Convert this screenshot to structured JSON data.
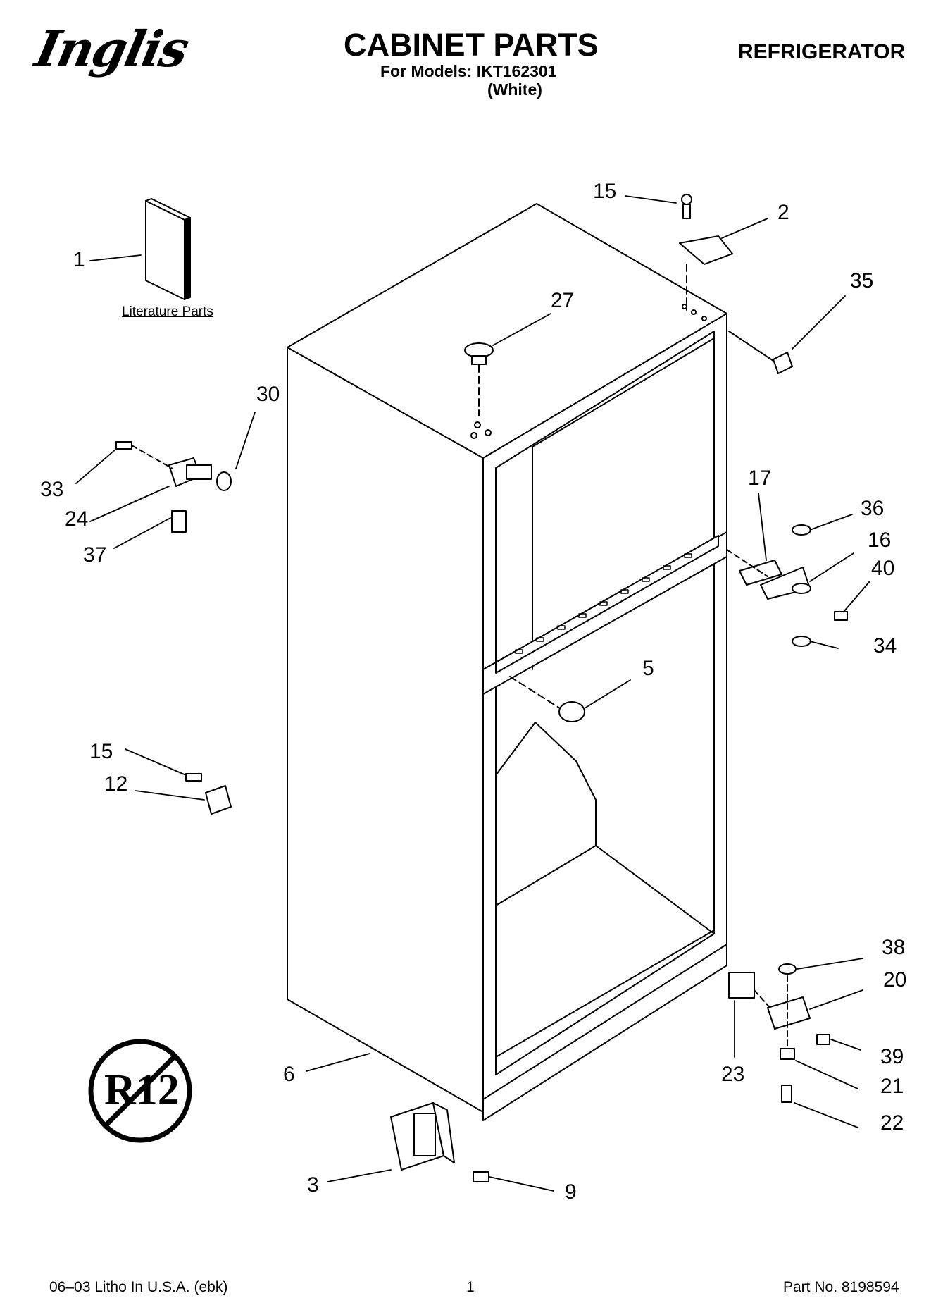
{
  "header": {
    "brand": "Inglis",
    "title": "CABINET PARTS",
    "models_line": "For Models: IKT162301",
    "variant": "(White)",
    "appliance": "REFRIGERATOR"
  },
  "diagram": {
    "literature_label": "Literature Parts",
    "callouts": [
      "1",
      "15",
      "2",
      "35",
      "27",
      "30",
      "33",
      "24",
      "37",
      "17",
      "36",
      "16",
      "40",
      "34",
      "5",
      "15",
      "12",
      "6",
      "3",
      "9",
      "23",
      "38",
      "20",
      "39",
      "21",
      "22"
    ],
    "badge": "R12"
  },
  "footer": {
    "litho": "06–03 Litho In U.S.A. (ebk)",
    "page": "1",
    "part_no": "Part No. 8198594"
  }
}
